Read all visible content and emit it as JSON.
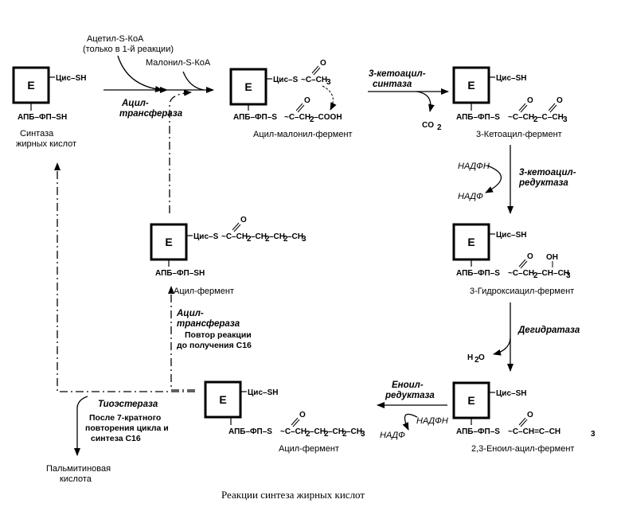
{
  "enzyme_letter": "E",
  "groups": {
    "cys_sh": "Цис–SH",
    "apb_fp_sh": "АПБ–ФП–SH",
    "cys_s": "Цис–S",
    "apb_fp_s": "АПБ–ФП–S"
  },
  "atoms": {
    "o": "O",
    "oh": "OH"
  },
  "fragments": {
    "c_ch3": "~C–CH",
    "c_ch2_cooh": "~C–CH",
    "cooh_tail": "–COOH",
    "ketoacyl_tail": "~C–CH",
    "c_ch2_c_ch3_b": "–C–CH",
    "hydroxy": "~C–CH",
    "hydroxy_b": "–CH–CH",
    "enoyl": "~C–CH=C–CH",
    "acyl_ch2": "~C–CH",
    "acyl_tail": "–CH",
    "three": "3",
    "two": "2"
  },
  "labels": {
    "synthase": "Синтаза",
    "fatty_acids": "жирных кислот",
    "acetyl_coa": "Ацетил-S-КоА",
    "acetyl_note": "(только в 1-й реакции)",
    "malonyl_coa": "Малонил-S-КоА",
    "acyl_malonyl": "Ацил-малонил-фермент",
    "ketoacyl_enzyme": "3-Кетоацил-фермент",
    "hydroxyacyl_enzyme": "3-Гидроксиацил-фермент",
    "enoyl_enzyme": "2,3-Еноил-ацил-фермент",
    "acyl_enzyme_top": "Ацил-фермент",
    "acyl_enzyme_bottom": "Ацил-фермент",
    "palmitic1": "Пальмитиновая",
    "palmitic2": "кислота",
    "co": "CO",
    "h2o": "H",
    "h2o_tail": "O"
  },
  "enzymes": {
    "acyl_transferase_1a": "Ацил-",
    "acyl_transferase_1b": "трансфераза",
    "ketoacyl_synthase_a": "3-кетоацил-",
    "ketoacyl_synthase_b": "синтаза",
    "ketoacyl_reductase_a": "3-кетоацил-",
    "ketoacyl_reductase_b": "редуктаза",
    "dehydratase": "Дегидратаза",
    "enoyl_reductase_a": "Еноил-",
    "enoyl_reductase_b": "редуктаза",
    "acyl_transferase_2a": "Ацил-",
    "acyl_transferase_2b": "трансфераза",
    "thioesterase": "Тиоэстераза"
  },
  "cofactors": {
    "nadph_1": "НАДФН",
    "nadp_1": "НАДФ",
    "nadph_2": "НАДФН",
    "nadp_2": "НАДФ"
  },
  "notes": {
    "repeat1": "Повтор реакции",
    "repeat2": "до получения C16",
    "after1": "После 7-кратного",
    "after2": "повторения цикла и",
    "after3": "синтеза C16"
  },
  "caption": "Реакции синтеза жирных кислот"
}
